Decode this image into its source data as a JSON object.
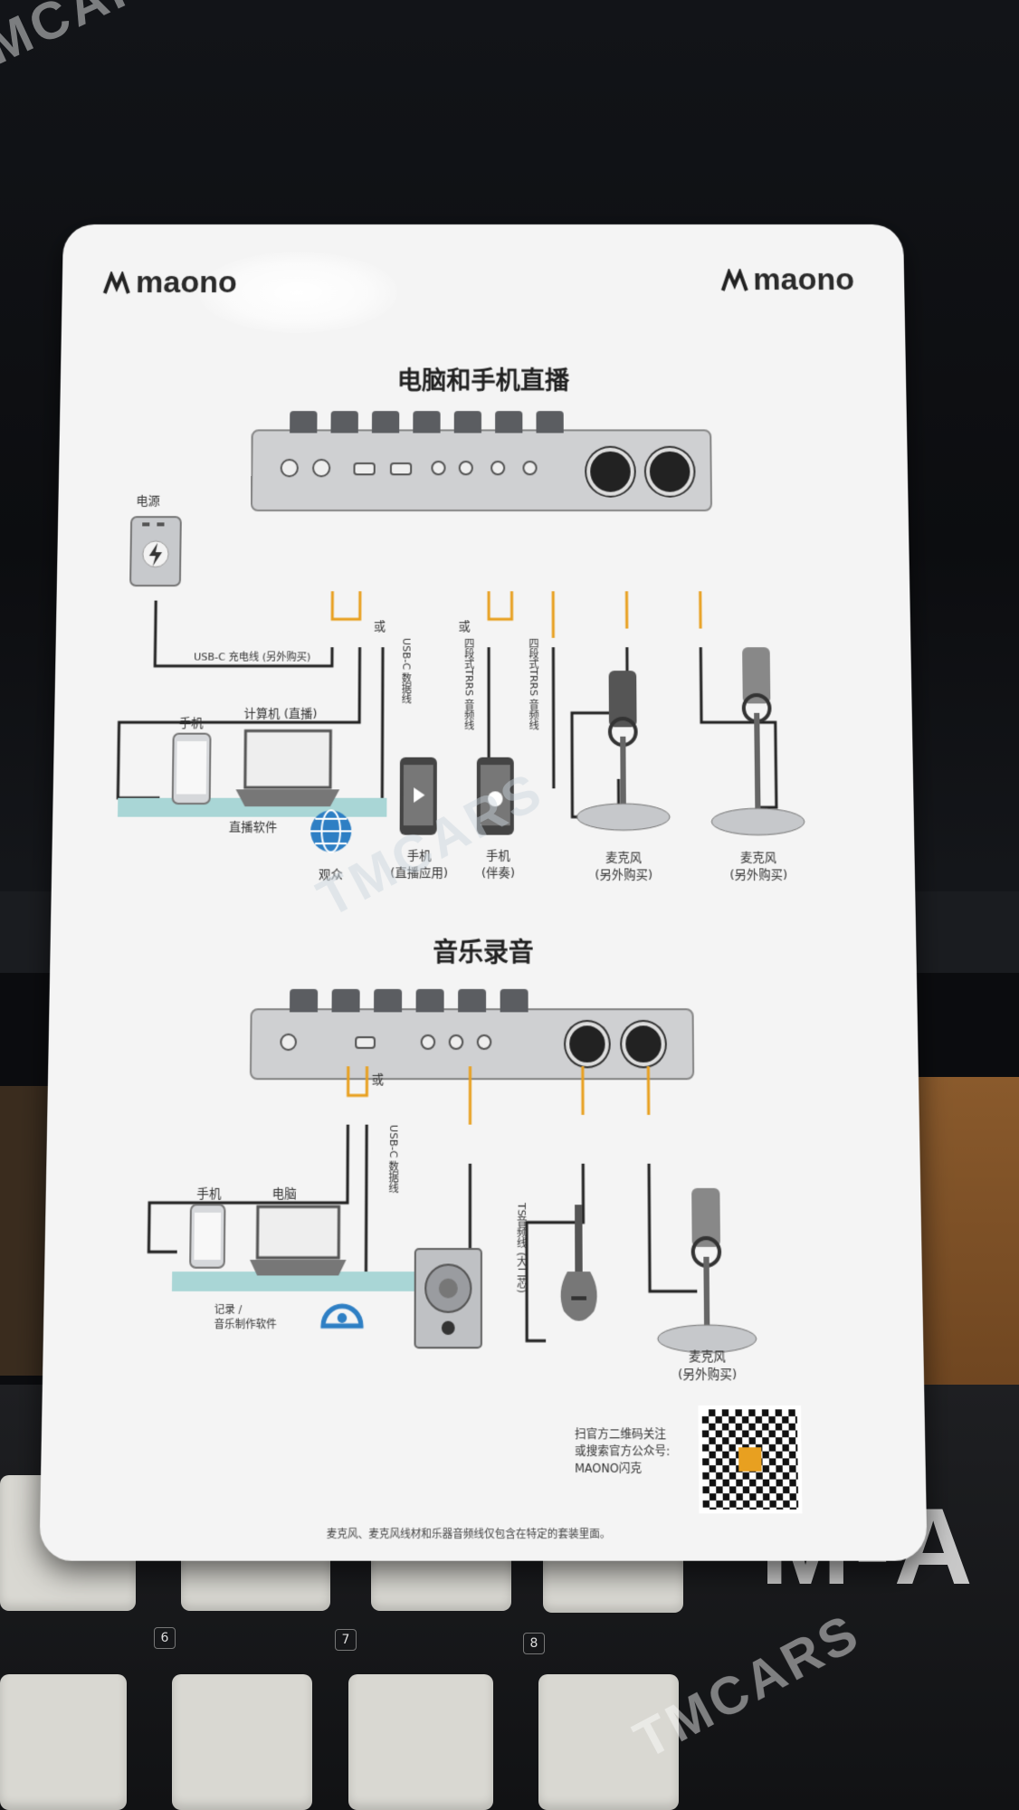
{
  "card": {
    "brand": "maono",
    "section1_title": "电脑和手机直播",
    "section2_title": "音乐录音",
    "s1": {
      "power_label": "电源",
      "usbc_charge": "USB-C 充电线 (另外购买)",
      "or1": "或",
      "or2": "或",
      "usbc_data": "USB-C 数据线",
      "trrs1": "四段式TRRS 音频线",
      "trrs2": "四段式TRRS 音频线",
      "phone": "手机",
      "computer": "计算机 (直播)",
      "live_software": "直播软件",
      "audience": "观众",
      "phone_live_1": "手机",
      "phone_live_2": "(直播应用)",
      "phone_acc_1": "手机",
      "phone_acc_2": "(伴奏)",
      "mic1_1": "麦克风",
      "mic1_2": "(另外购买)",
      "mic2_1": "麦克风",
      "mic2_2": "(另外购买)"
    },
    "s2": {
      "or": "或",
      "usbc_data": "USB-C 数据线",
      "phone": "手机",
      "computer": "电脑",
      "record_1": "记录 /",
      "record_2": "音乐制作软件",
      "ts_cable": "TS音频线 (大二芯)",
      "mic_1": "麦克风",
      "mic_2": "(另外购买)"
    },
    "qr_text_1": "扫官方二维码关注",
    "qr_text_2": "或搜索官方公众号:",
    "qr_text_3": "MAONO闪克",
    "footer_note": "麦克风、麦克风线材和乐器音频线仅包含在特定的套装里面。"
  },
  "controller": {
    "pad_numbers": [
      "6",
      "7",
      "8"
    ],
    "brand_text": "M-A"
  },
  "watermark": {
    "text": "TMCARS"
  }
}
